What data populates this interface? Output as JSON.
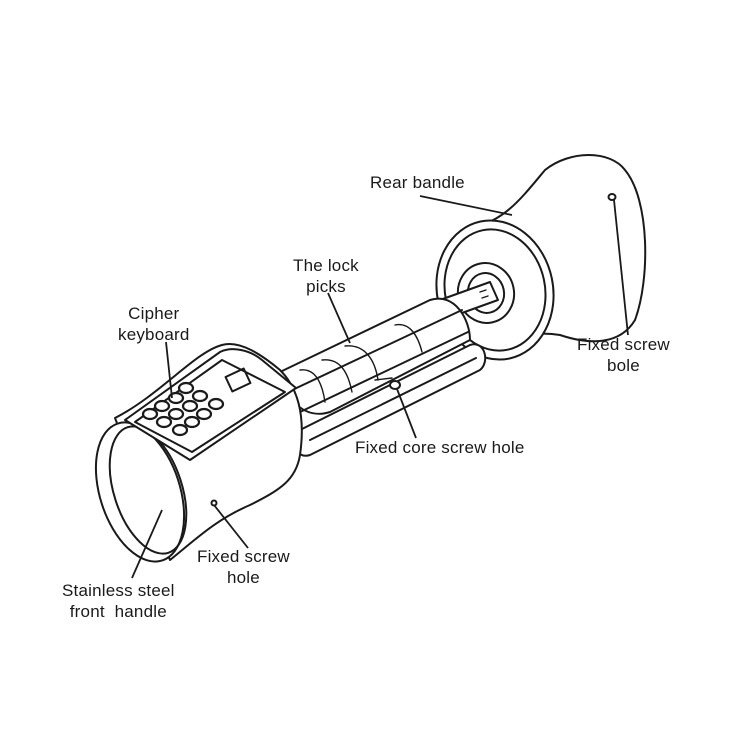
{
  "diagram": {
    "subject": "Smart cylinder lock with cipher keyboard",
    "style": "black line drawing on white background",
    "colors": {
      "background": "#ffffff",
      "line": "#1a1a1a",
      "text": "#1a1a1a"
    }
  },
  "labels": {
    "rear_handle": {
      "lines": [
        "Rear bandle"
      ]
    },
    "lock_picks": {
      "lines": [
        "The lock",
        "picks"
      ]
    },
    "cipher_keyboard": {
      "lines": [
        "Cipher",
        "keyboard"
      ]
    },
    "fixed_screw_bole": {
      "lines": [
        "Fixed screw",
        "bole"
      ]
    },
    "fixed_core_screw_hole": {
      "lines": [
        "Fixed core screw hole"
      ]
    },
    "fixed_screw_hole": {
      "lines": [
        "Fixed screw",
        "hole"
      ]
    },
    "front_handle": {
      "lines": [
        "Stainless steel",
        "front  handle"
      ]
    }
  },
  "keypad": {
    "rows": 4,
    "columns": 3,
    "key_count": 12,
    "has_display_window": true
  }
}
